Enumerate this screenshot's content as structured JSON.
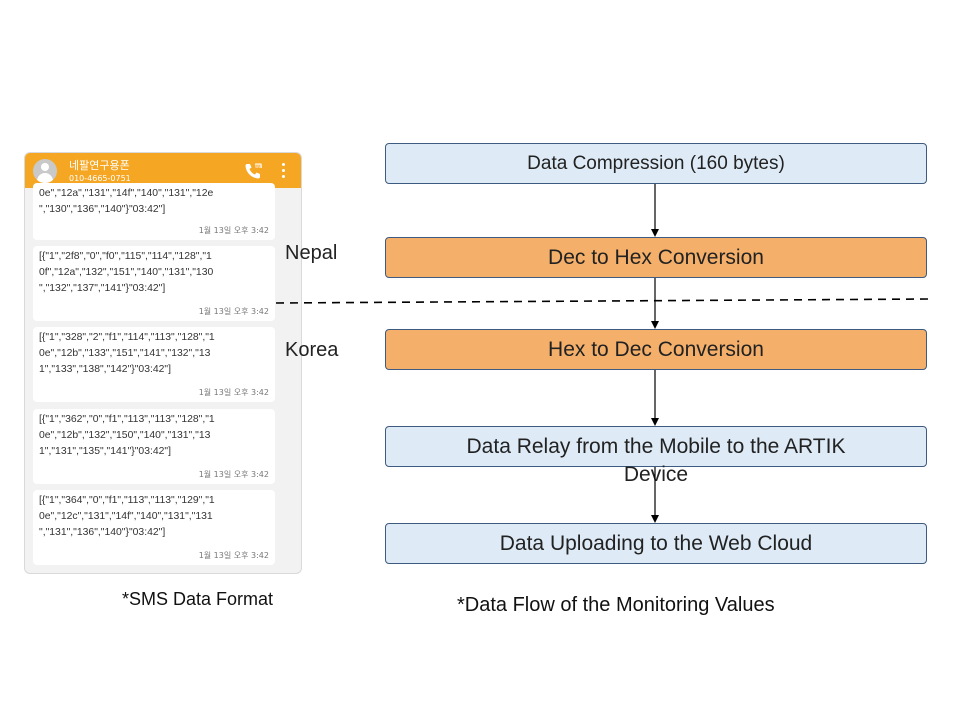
{
  "phone": {
    "contact_name": "네팔연구용폰",
    "contact_number": "010-4665-0751",
    "messages": [
      {
        "lines": [
          "0e\",\"12a\",\"131\",\"14f\",\"140\",\"131\",\"12e",
          "\",\"130\",\"136\",\"140\"}\"03:42\"]"
        ],
        "time": "1월 13일 오후 3:42"
      },
      {
        "lines": [
          "[{\"1\",\"2f8\",\"0\",\"f0\",\"115\",\"114\",\"128\",\"1",
          "0f\",\"12a\",\"132\",\"151\",\"140\",\"131\",\"130",
          "\",\"132\",\"137\",\"141\"}\"03:42\"]"
        ],
        "time": "1월 13일 오후 3:42"
      },
      {
        "lines": [
          "[{\"1\",\"328\",\"2\",\"f1\",\"114\",\"113\",\"128\",\"1",
          "0e\",\"12b\",\"133\",\"151\",\"141\",\"132\",\"13",
          "1\",\"133\",\"138\",\"142\"}\"03:42\"]"
        ],
        "time": "1월 13일 오후 3:42"
      },
      {
        "lines": [
          "[{\"1\",\"362\",\"0\",\"f1\",\"113\",\"113\",\"128\",\"1",
          "0e\",\"12b\",\"132\",\"150\",\"140\",\"131\",\"13",
          "1\",\"131\",\"135\",\"141\"}\"03:42\"]"
        ],
        "time": "1월 13일 오후 3:42"
      },
      {
        "lines": [
          "[{\"1\",\"364\",\"0\",\"f1\",\"113\",\"113\",\"129\",\"1",
          "0e\",\"12c\",\"131\",\"14f\",\"140\",\"131\",\"131",
          "\",\"131\",\"136\",\"140\"}\"03:42\"]"
        ],
        "time": "1월 13일 오후 3:42"
      }
    ],
    "header_color": "#f5a623"
  },
  "labels": {
    "nepal": "Nepal",
    "korea": "Korea",
    "sms_caption": "*SMS Data Format",
    "flow_caption": "*Data Flow of the Monitoring Values"
  },
  "flow": {
    "steps": [
      {
        "text": "Data Compression (160 bytes)",
        "color": "#deebf7"
      },
      {
        "text": "Dec to Hex Conversion",
        "color": "#f4b06b"
      },
      {
        "text": "Hex to Dec Conversion",
        "color": "#f4b06b"
      },
      {
        "text": "Data Relay from the Mobile to the ARTIK",
        "overflow": "Device",
        "color": "#deebf7"
      },
      {
        "text": "Data Uploading to the Web Cloud",
        "color": "#deebf7"
      }
    ]
  },
  "icons": [
    "avatar-icon",
    "call-icon",
    "more-options-icon"
  ]
}
